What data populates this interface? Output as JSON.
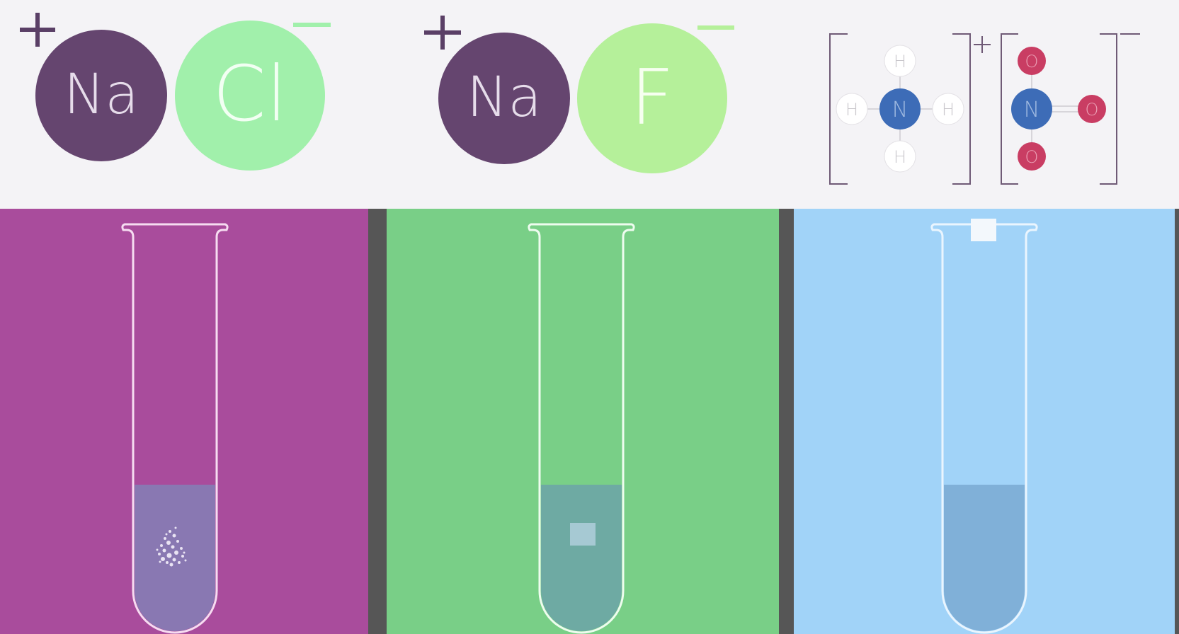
{
  "salts": [
    {
      "cation": {
        "symbol": "Na",
        "color": "#65456f"
      },
      "anion": {
        "symbol": "Cl",
        "color": "#a1f0ab"
      },
      "cation_charge": "+",
      "anion_charge": "−"
    },
    {
      "cation": {
        "symbol": "Na",
        "color": "#65456f"
      },
      "anion": {
        "symbol": "F",
        "color": "#b5f09a"
      },
      "cation_charge": "+",
      "anion_charge": "−"
    },
    {
      "ammonium": {
        "center": "N",
        "ligands": [
          "H",
          "H",
          "H",
          "H"
        ],
        "center_color": "#3d6cb7"
      },
      "nitrate": {
        "center": "N",
        "ligands": [
          "O",
          "O",
          "O"
        ],
        "center_color": "#3d6cb7",
        "ligand_color": "#c93d63"
      },
      "cation_charge": "+",
      "anion_charge": "−"
    }
  ],
  "panels": [
    {
      "name": "sodium-chloride",
      "background": "#a94c9c",
      "liquid_color": "#8978b2",
      "solid": "dissolving crystals"
    },
    {
      "name": "sodium-fluoride",
      "background": "#79cf87",
      "liquid_color": "#6eaaa3",
      "solid": "undissolved cube"
    },
    {
      "name": "ammonium-nitrate",
      "background": "#a1d3f8",
      "liquid_color": "#80b0d8",
      "solid": "cube above tube"
    }
  ]
}
